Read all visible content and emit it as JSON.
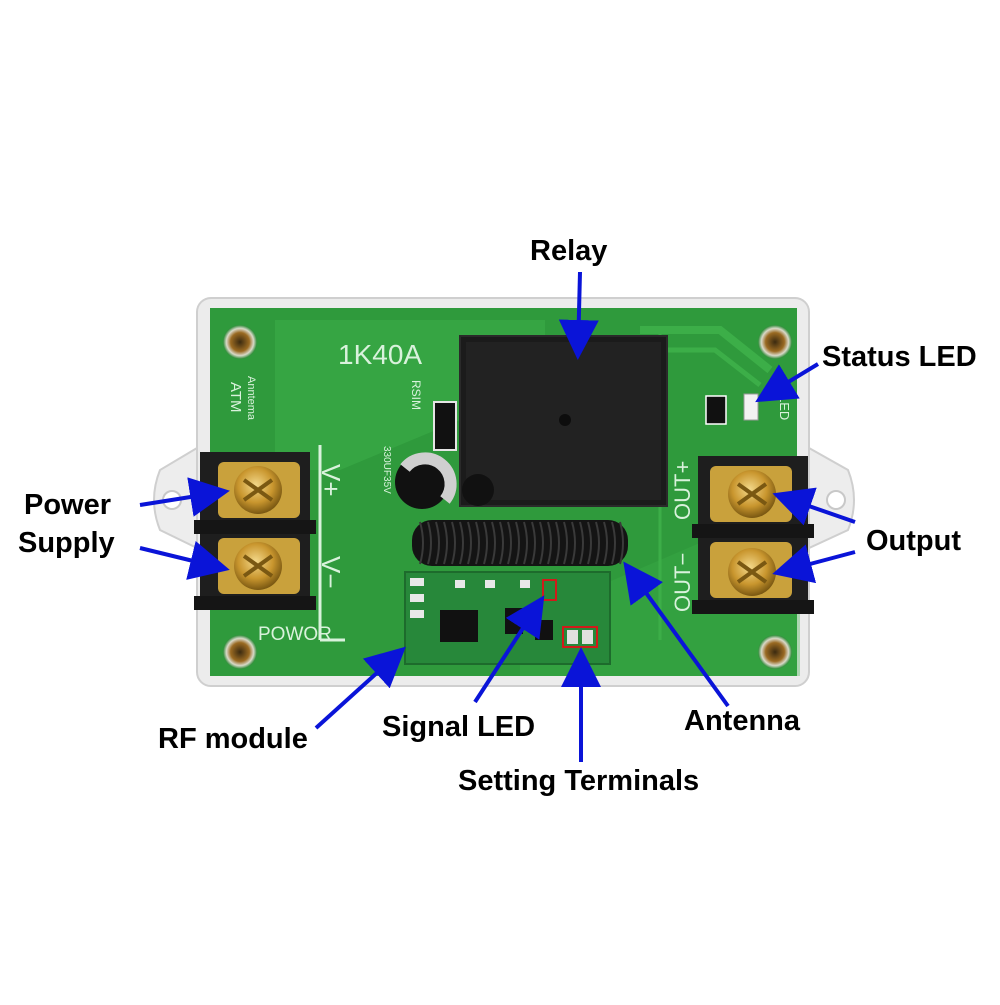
{
  "labels": {
    "relay": "Relay",
    "status_led": "Status LED",
    "power_supply_line1": "Power",
    "power_supply_line2": "Supply",
    "output": "Output",
    "rf_module": "RF module",
    "signal_led": "Signal LED",
    "antenna": "Antenna",
    "setting_terminals": "Setting Terminals"
  },
  "board_markings": {
    "model": "1K40A",
    "brand": "ATM",
    "brand_sub": "Anntema",
    "rsim": "RSIM",
    "capacitor": "330UF35V",
    "v_plus": "V+",
    "v_minus": "V−",
    "power": "POWOR",
    "out_plus": "OUT+",
    "out_minus": "OUT−",
    "led": "LED"
  },
  "colors": {
    "pcb": "#2f9a3c",
    "arrow": "#0a14d8",
    "highlight": "#d11a1a"
  }
}
